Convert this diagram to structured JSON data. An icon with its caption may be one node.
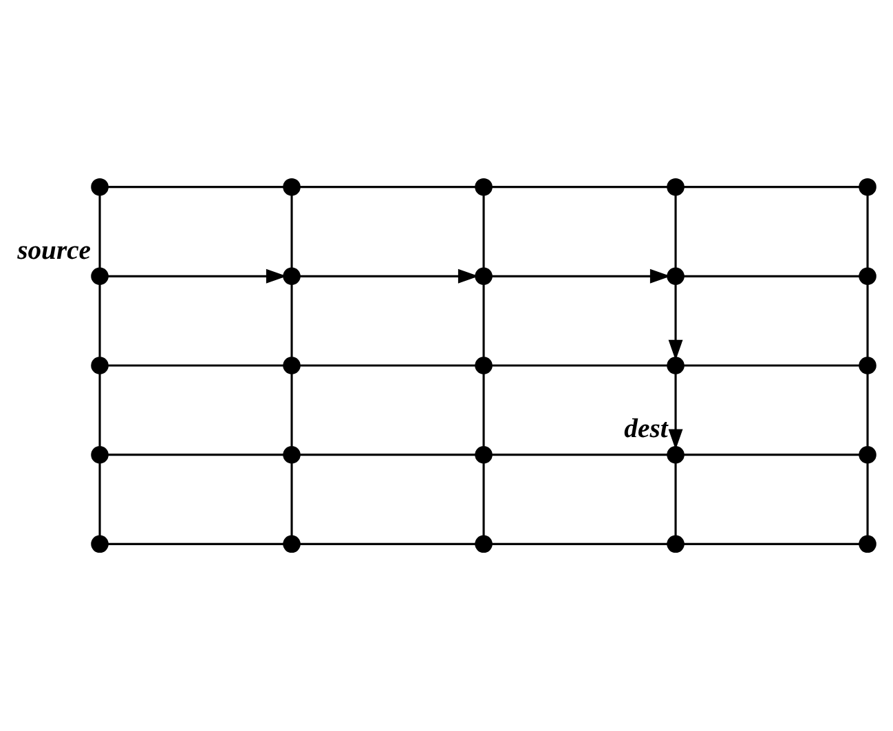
{
  "diagram": {
    "nodes": [
      {
        "text": [],
        "shape": "circle"
      },
      {
        "text": [],
        "shape": "circle"
      },
      {
        "text": [],
        "shape": "circle"
      },
      {
        "text": [],
        "shape": "circle"
      },
      {
        "text": [],
        "shape": "circle"
      },
      {
        "text": [],
        "shape": "circle",
        "beside": [
          "source"
        ]
      },
      {
        "text": [],
        "shape": "circle"
      },
      {
        "text": [],
        "shape": "circle"
      },
      {
        "text": [],
        "shape": "circle"
      },
      {
        "text": [],
        "shape": "circle"
      },
      {
        "text": [],
        "shape": "circle"
      },
      {
        "text": [],
        "shape": "circle"
      },
      {
        "text": [],
        "shape": "circle"
      },
      {
        "text": [],
        "shape": "circle"
      },
      {
        "text": [],
        "shape": "circle"
      },
      {
        "text": [],
        "shape": "circle"
      },
      {
        "text": [],
        "shape": "circle"
      },
      {
        "text": [],
        "shape": "circle"
      },
      {
        "text": [],
        "shape": "circle",
        "beside": [
          "dest"
        ]
      },
      {
        "text": [],
        "shape": "circle"
      },
      {
        "text": [],
        "shape": "circle"
      },
      {
        "text": [],
        "shape": "circle"
      },
      {
        "text": [],
        "shape": "circle"
      },
      {
        "text": [],
        "shape": "circle"
      },
      {
        "text": [],
        "shape": "circle"
      }
    ],
    "edges": [
      {
        "from": 0,
        "to": 1,
        "arrow": "none"
      },
      {
        "from": 1,
        "to": 2,
        "arrow": "none"
      },
      {
        "from": 2,
        "to": 3,
        "arrow": "none"
      },
      {
        "from": 3,
        "to": 4,
        "arrow": "none"
      },
      {
        "from": 0,
        "to": 5,
        "arrow": "none"
      },
      {
        "from": 1,
        "to": 6,
        "arrow": "none"
      },
      {
        "from": 2,
        "to": 7,
        "arrow": "none"
      },
      {
        "from": 3,
        "to": 8,
        "arrow": "none"
      },
      {
        "from": 4,
        "to": 9,
        "arrow": "none"
      },
      {
        "from": 5,
        "to": 6,
        "arrow": "to"
      },
      {
        "from": 6,
        "to": 7,
        "arrow": "to"
      },
      {
        "from": 7,
        "to": 8,
        "arrow": "to"
      },
      {
        "from": 8,
        "to": 9,
        "arrow": "none"
      },
      {
        "from": 5,
        "to": 10,
        "arrow": "none"
      },
      {
        "from": 6,
        "to": 11,
        "arrow": "none"
      },
      {
        "from": 7,
        "to": 12,
        "arrow": "none"
      },
      {
        "from": 8,
        "to": 13,
        "arrow": "to"
      },
      {
        "from": 9,
        "to": 14,
        "arrow": "none"
      },
      {
        "from": 10,
        "to": 11,
        "arrow": "none"
      },
      {
        "from": 11,
        "to": 12,
        "arrow": "none"
      },
      {
        "from": 12,
        "to": 13,
        "arrow": "none"
      },
      {
        "from": 13,
        "to": 14,
        "arrow": "none"
      },
      {
        "from": 10,
        "to": 15,
        "arrow": "none"
      },
      {
        "from": 11,
        "to": 16,
        "arrow": "none"
      },
      {
        "from": 12,
        "to": 17,
        "arrow": "none"
      },
      {
        "from": 13,
        "to": 18,
        "arrow": "to"
      },
      {
        "from": 14,
        "to": 19,
        "arrow": "none"
      },
      {
        "from": 15,
        "to": 16,
        "arrow": "none"
      },
      {
        "from": 16,
        "to": 17,
        "arrow": "none"
      },
      {
        "from": 17,
        "to": 18,
        "arrow": "none"
      },
      {
        "from": 18,
        "to": 19,
        "arrow": "none"
      },
      {
        "from": 15,
        "to": 20,
        "arrow": "none"
      },
      {
        "from": 16,
        "to": 21,
        "arrow": "none"
      },
      {
        "from": 17,
        "to": 22,
        "arrow": "none"
      },
      {
        "from": 18,
        "to": 23,
        "arrow": "none"
      },
      {
        "from": 19,
        "to": 24,
        "arrow": "none"
      },
      {
        "from": 20,
        "to": 21,
        "arrow": "none"
      },
      {
        "from": 21,
        "to": 22,
        "arrow": "none"
      },
      {
        "from": 22,
        "to": 23,
        "arrow": "none"
      },
      {
        "from": 23,
        "to": 24,
        "arrow": "none"
      }
    ]
  }
}
